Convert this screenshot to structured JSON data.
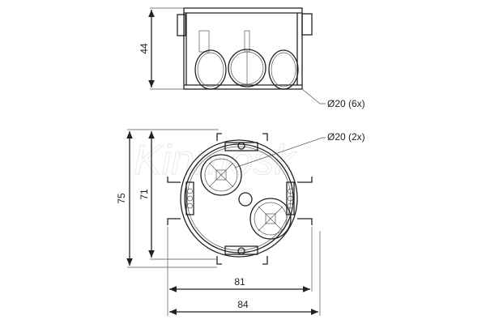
{
  "drawing": {
    "dimensions": {
      "height": "44",
      "outer_height": "75",
      "inner_height": "71",
      "inner_width": "81",
      "outer_width": "84"
    },
    "callouts": {
      "side_holes": "Ø20 (6x)",
      "top_holes": "Ø20 (2x)"
    },
    "watermark": "Kinmosk"
  }
}
